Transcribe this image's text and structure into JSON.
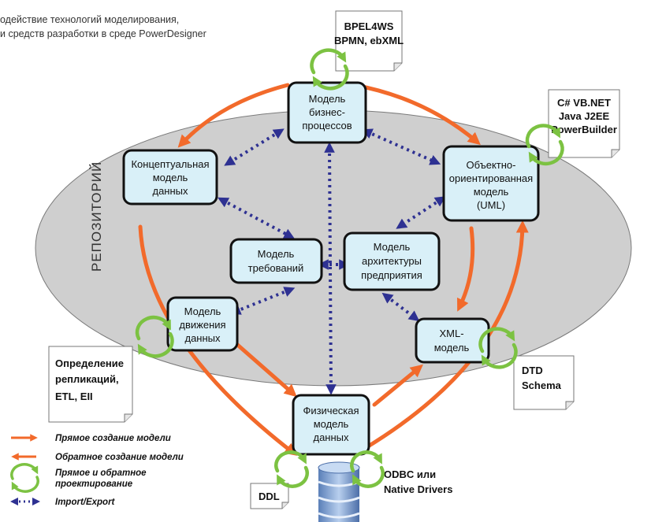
{
  "caption": {
    "line1": "одействие технологий моделирования,",
    "line2": "и средств разработки в среде PowerDesigner"
  },
  "repository_label": "РЕПОЗИТОРИЙ",
  "models": {
    "business": [
      "Модель",
      "бизнес-",
      "процессов"
    ],
    "conceptual": [
      "Концептуальная",
      "модель",
      "данных"
    ],
    "oom": [
      "Объектно-",
      "ориентированная",
      "модель",
      "(UML)"
    ],
    "requirements": [
      "Модель",
      "требований"
    ],
    "enterprise": [
      "Модель",
      "архитектуры",
      "предприятия"
    ],
    "dataflow": [
      "Модель",
      "движения",
      "данных"
    ],
    "xml": [
      "XML-",
      "модель"
    ],
    "physical": [
      "Физическая",
      "модель",
      "данных"
    ]
  },
  "notes": {
    "bpel": [
      "BPEL4WS",
      "BPMN, ebXML"
    ],
    "code": [
      "C# VB.NET",
      "Java J2EE",
      "PowerBuilder"
    ],
    "replication": [
      "Определение",
      "репликаций,",
      "ETL, EII"
    ],
    "dtd": [
      "DTD",
      "Schema"
    ],
    "ddl": [
      "DDL"
    ]
  },
  "odbc_label": [
    "ODBC или",
    "Native Drivers"
  ],
  "legend": [
    {
      "label": "Прямое создание модели",
      "symbol": "forward-arrow"
    },
    {
      "label": "Обратное создание модели",
      "symbol": "reverse-arrow"
    },
    {
      "label": [
        "Прямое и обратное",
        "проектирование"
      ],
      "symbol": "roundtrip-circle"
    },
    {
      "label": "Import/Export",
      "symbol": "dotted-double-arrow"
    }
  ],
  "colors": {
    "orange": "#f26a2b",
    "green": "#7cc242",
    "navy": "#2e3192",
    "box_fill": "#d9f0f8",
    "ellipse": "#cfcfcf"
  }
}
